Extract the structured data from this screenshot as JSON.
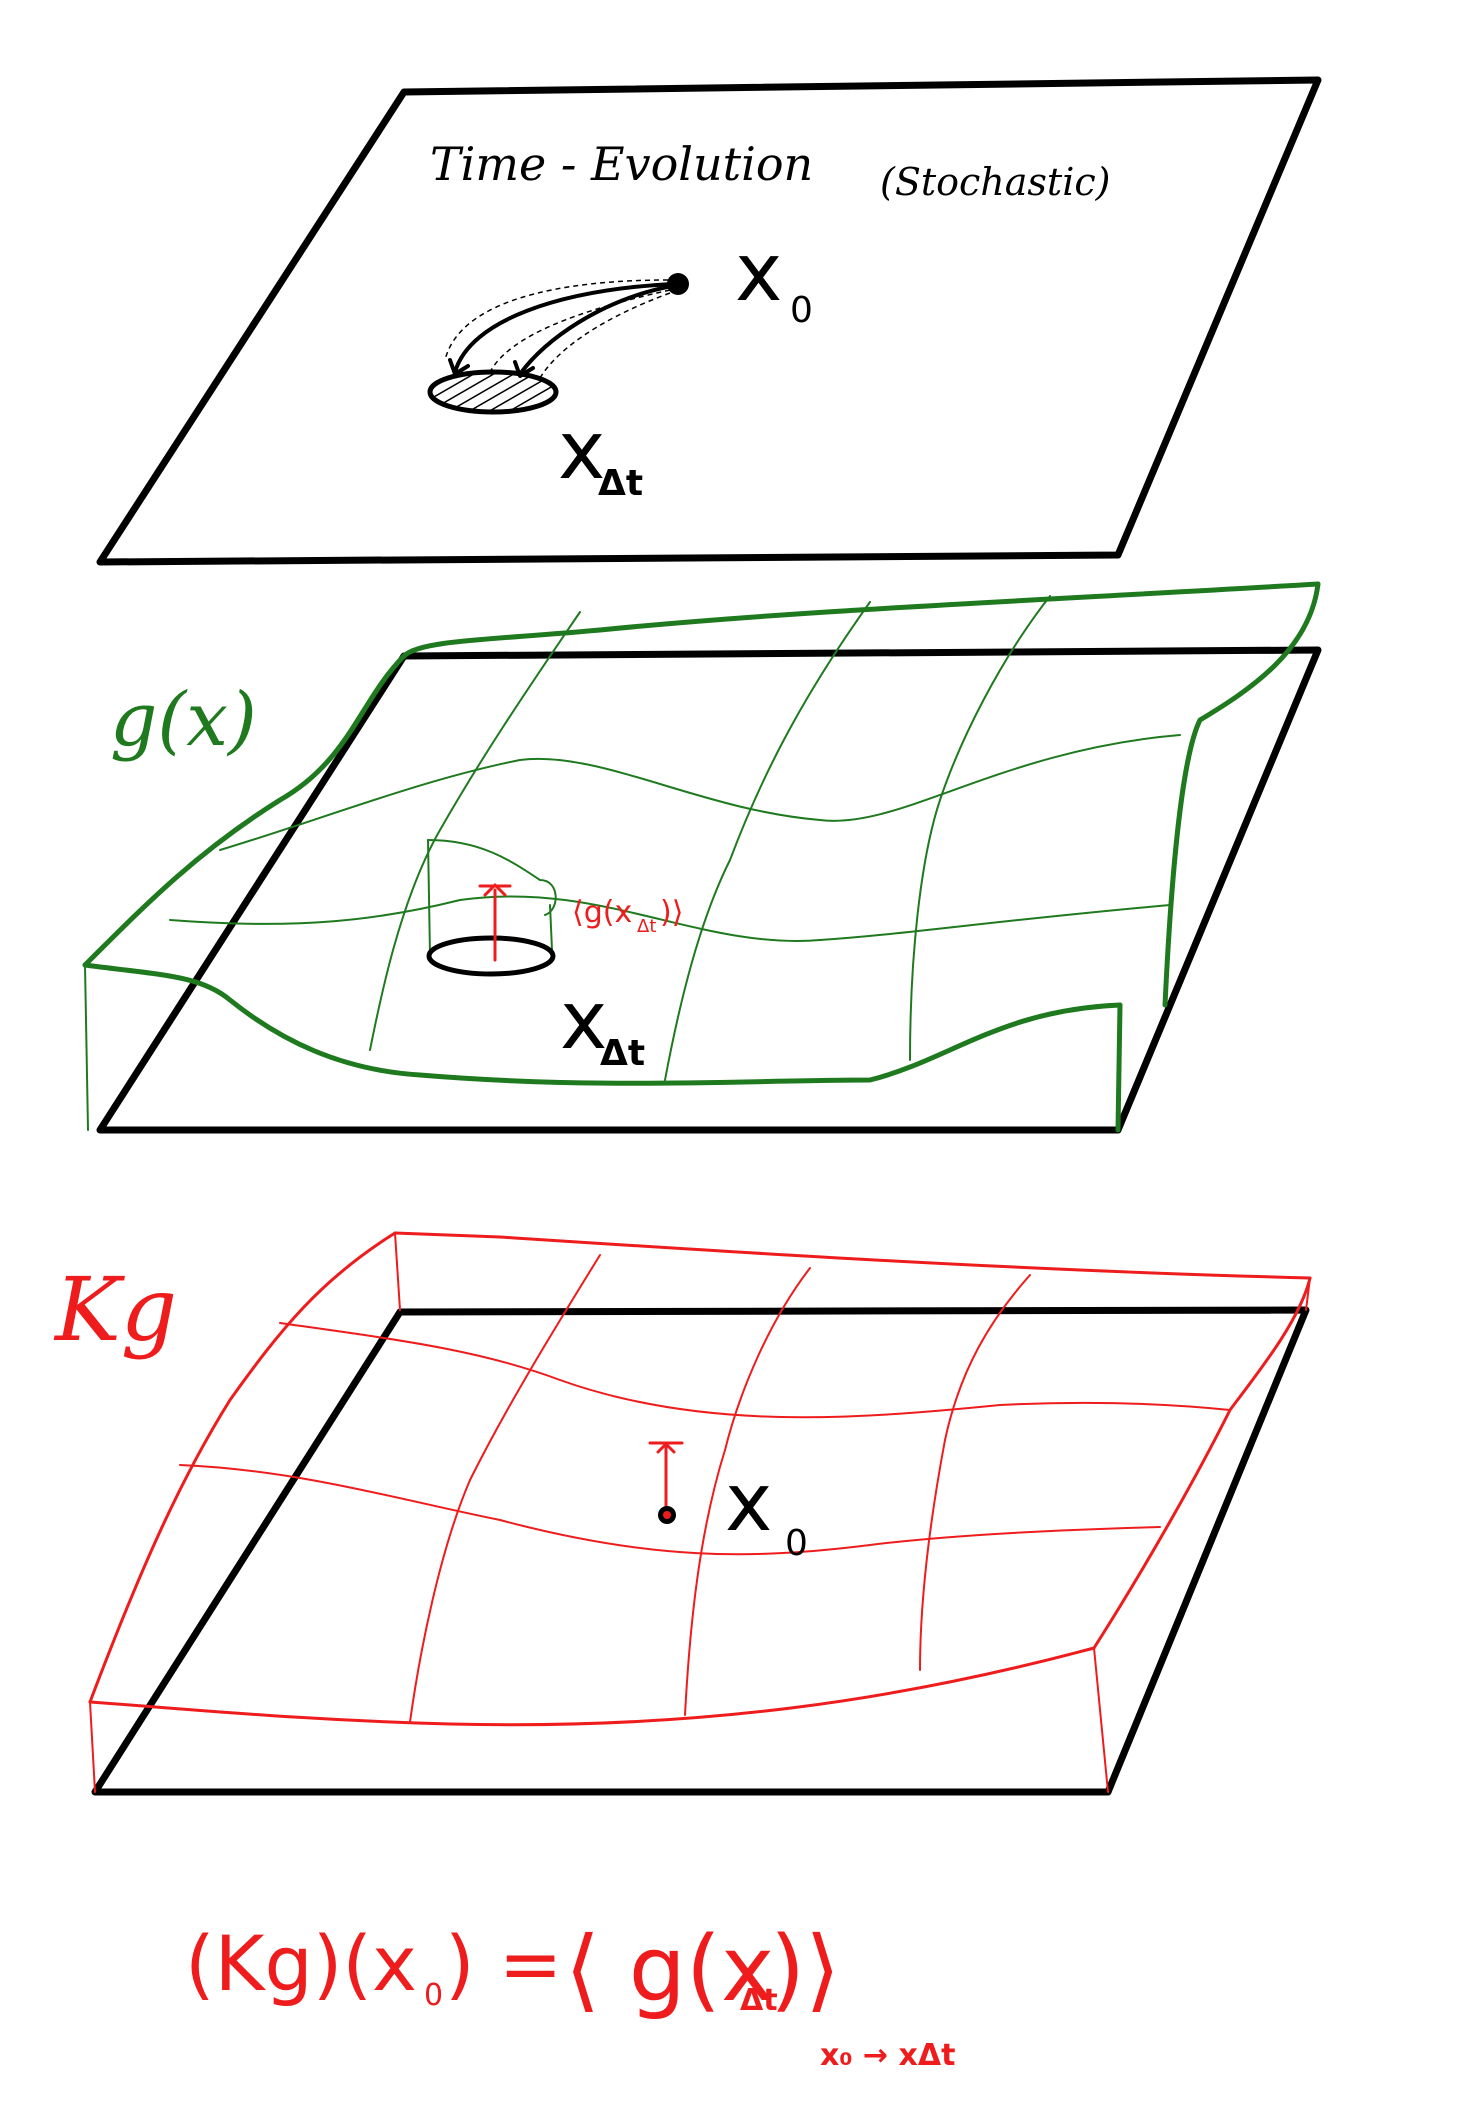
{
  "panel1": {
    "title": "Time - Evolution",
    "subtitle": "(Stochastic)",
    "start_label": "x",
    "start_subscript": "0",
    "end_label": "x",
    "end_subscript": "Δt"
  },
  "panel2": {
    "function_label": "g(x)",
    "expectation_label": "⟨g(x",
    "expectation_subscript": "Δt",
    "expectation_close": ")⟩",
    "region_label": "x",
    "region_subscript": "Δt"
  },
  "panel3": {
    "operator_label": "Kg",
    "point_label": "x",
    "point_subscript": "0"
  },
  "equation": {
    "lhs": "(Kg)(x",
    "lhs_subscript": "0",
    "lhs_close": ") =",
    "rhs": "⟨ g(x",
    "rhs_subscript": "Δt",
    "rhs_close": ")⟩",
    "bottom_subscript": "x₀ → xΔt"
  },
  "colors": {
    "ink": "#000000",
    "green": "#1f7a1f",
    "red": "#ee1c1c"
  }
}
